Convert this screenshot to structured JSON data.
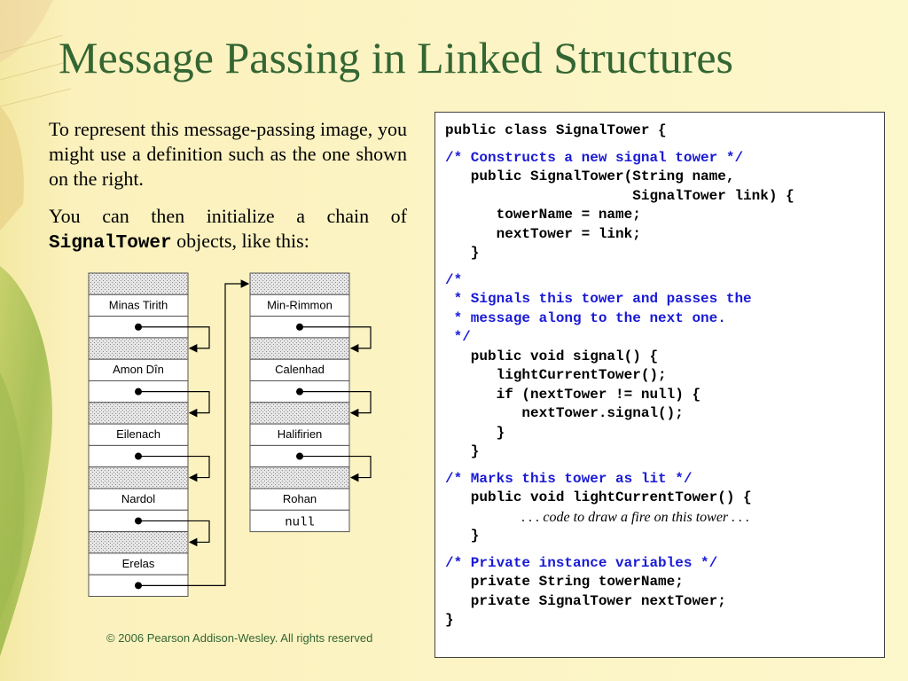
{
  "slide": {
    "title": "Message Passing in Linked Structures",
    "paragraph1": "To represent this message-passing image, you might use a definition such as the one shown on the right.",
    "paragraph2_before": "You can then initialize a chain of",
    "paragraph2_code": "SignalTower",
    "paragraph2_after": "objects, like this:",
    "copyright": "© 2006 Pearson Addison-Wesley. All rights reserved"
  },
  "diagram": {
    "left_chain": [
      "Minas Tirith",
      "Amon Dîn",
      "Eilenach",
      "Nardol",
      "Erelas"
    ],
    "right_chain": [
      "Min-Rimmon",
      "Calenhad",
      "Halifirien",
      "Rohan"
    ],
    "null_label": "null"
  },
  "code": {
    "lines": [
      {
        "type": "code",
        "text": "public class SignalTower {"
      },
      {
        "type": "gap"
      },
      {
        "type": "comment",
        "text": "/* Constructs a new signal tower */"
      },
      {
        "type": "code",
        "text": "   public SignalTower(String name,"
      },
      {
        "type": "code",
        "text": "                      SignalTower link) {"
      },
      {
        "type": "code",
        "text": "      towerName = name;"
      },
      {
        "type": "code",
        "text": "      nextTower = link;"
      },
      {
        "type": "code",
        "text": "   }"
      },
      {
        "type": "gap"
      },
      {
        "type": "comment",
        "text": "/*"
      },
      {
        "type": "comment",
        "text": " * Signals this tower and passes the"
      },
      {
        "type": "comment",
        "text": " * message along to the next one."
      },
      {
        "type": "comment",
        "text": " */"
      },
      {
        "type": "code",
        "text": "   public void signal() {"
      },
      {
        "type": "code",
        "text": "      lightCurrentTower();"
      },
      {
        "type": "code",
        "text": "      if (nextTower != null) {"
      },
      {
        "type": "code",
        "text": "         nextTower.signal();"
      },
      {
        "type": "code",
        "text": "      }"
      },
      {
        "type": "code",
        "text": "   }"
      },
      {
        "type": "gap"
      },
      {
        "type": "comment",
        "text": "/* Marks this tower as lit */"
      },
      {
        "type": "code",
        "text": "   public void lightCurrentTower() {"
      },
      {
        "type": "note",
        "prefix": "         ",
        "text": ". . . code to draw a fire on this tower . . ."
      },
      {
        "type": "code",
        "text": "   }"
      },
      {
        "type": "gap"
      },
      {
        "type": "comment",
        "text": "/* Private instance variables */"
      },
      {
        "type": "code",
        "text": "   private String towerName;"
      },
      {
        "type": "code",
        "text": "   private SignalTower nextTower;"
      },
      {
        "type": "code",
        "text": "}"
      }
    ]
  },
  "colors": {
    "title": "#336633",
    "comment": "#1a1ad6",
    "background": "#fdf6c8"
  }
}
